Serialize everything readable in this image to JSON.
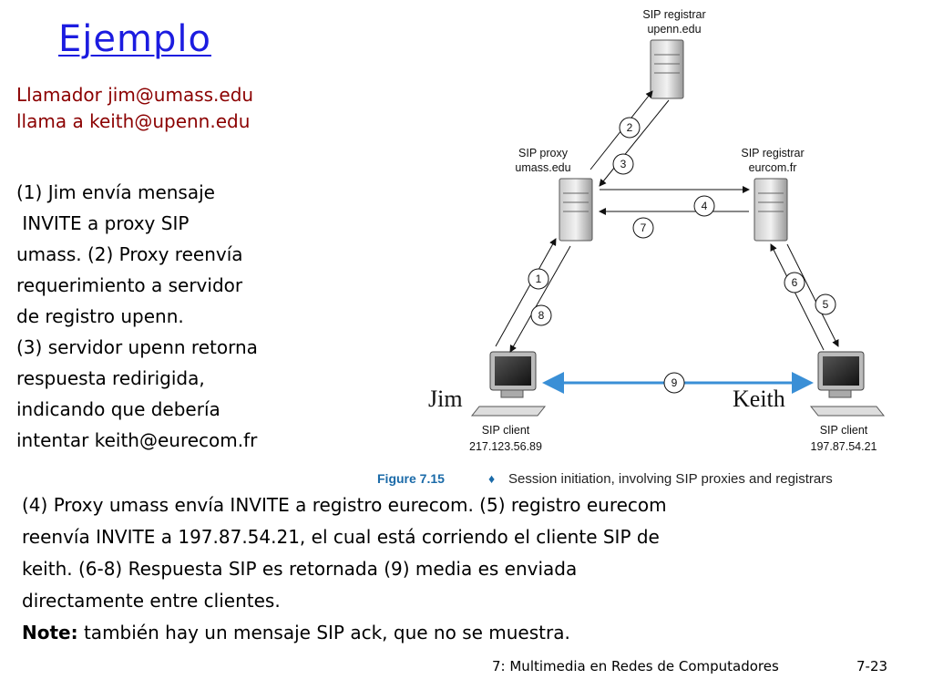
{
  "title": "Ejemplo",
  "intro_lines": [
    "Llamador jim@umass.edu",
    "llama a keith@upenn.edu"
  ],
  "step_lines": [
    "(1) Jim envía mensaje",
    " INVITE a proxy SIP",
    "umass. (2) Proxy reenvía",
    "requerimiento a servidor",
    "de registro upenn.",
    "(3) servidor upenn retorna",
    "respuesta redirigida,",
    "indicando que debería",
    "intentar keith@eurecom.fr"
  ],
  "bottom_lines": [
    "(4) Proxy umass envía INVITE a registro eurecom. (5) registro eurecom",
    "reenvía INVITE a 197.87.54.21, el cual está corriendo el cliente SIP de",
    "keith. (6-8) Respuesta SIP es retornada (9) media es enviada",
    "directamente entre clientes."
  ],
  "note": {
    "label": "Note:",
    "text": " también hay un mensaje SIP ack, que no se muestra."
  },
  "footer": {
    "course": "7: Multimedia en Redes de Computadores",
    "page": "7-23"
  },
  "diagram": {
    "nodes": {
      "upenn_registrar": {
        "line1": "SIP registrar",
        "line2": "upenn.edu"
      },
      "umass_proxy": {
        "line1": "SIP proxy",
        "line2": "umass.edu"
      },
      "eurecom_registrar": {
        "line1": "SIP registrar",
        "line2": "eurcom.fr"
      },
      "jim_client": {
        "name": "Jim",
        "line1": "SIP client",
        "line2": "217.123.56.89"
      },
      "keith_client": {
        "name": "Keith",
        "line1": "SIP client",
        "line2": "197.87.54.21"
      }
    },
    "steps": [
      "1",
      "2",
      "3",
      "4",
      "5",
      "6",
      "7",
      "8",
      "9"
    ],
    "caption": {
      "figure": "Figure 7.15",
      "separator": "♦",
      "text": "Session initiation, involving SIP proxies and registrars"
    }
  },
  "colors": {
    "title": "#1c1ce0",
    "intro": "#8b0000",
    "media_link": "#3a8fd6",
    "caption_figure": "#1a6aa8"
  }
}
